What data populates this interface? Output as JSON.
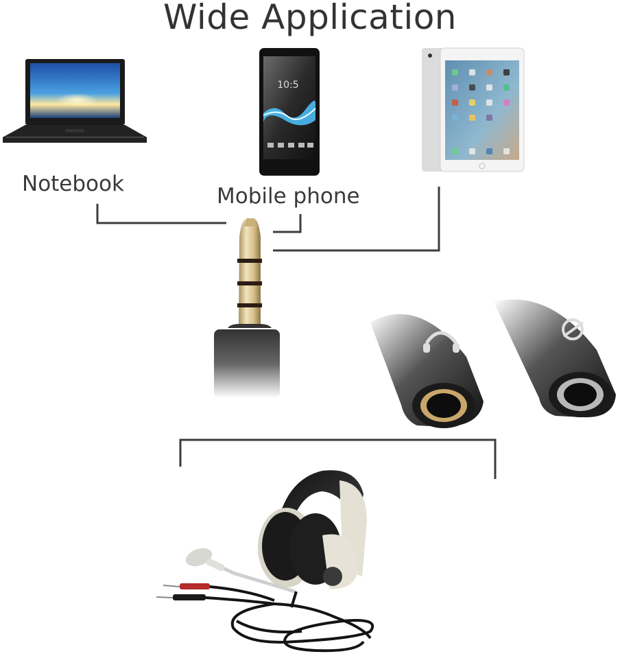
{
  "title": "Wide Application",
  "devices": [
    {
      "id": "notebook",
      "label": "Notebook"
    },
    {
      "id": "mobile",
      "label": "Mobile phone"
    },
    {
      "id": "tablet",
      "label": ""
    }
  ],
  "components": {
    "plug": "4-pole 3.5mm gold-plated plug",
    "sockets": [
      {
        "icon": "headphone-icon",
        "ring_color": "#c9a66b"
      },
      {
        "icon": "microphone-icon",
        "ring_color": "#b8b8b8"
      }
    ],
    "accessory": "headset with microphone and dual red/black 3.5mm plugs"
  },
  "colors": {
    "line": "#3c3c3c",
    "gold": "#d8c28f",
    "text": "#3a3a3a"
  }
}
